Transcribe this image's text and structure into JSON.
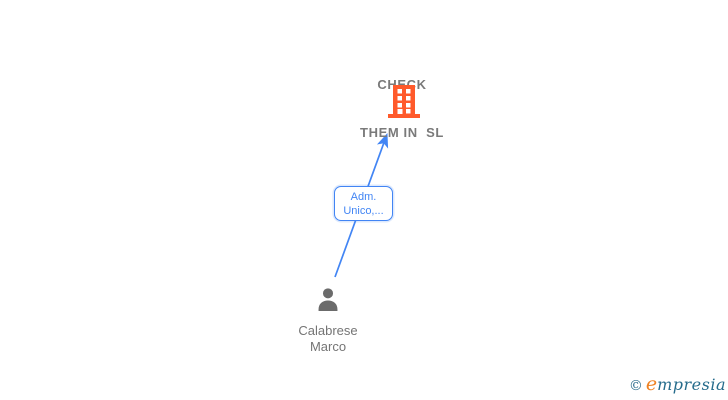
{
  "diagram": {
    "company": {
      "name_line1": "CHECK",
      "name_line2": "THEM IN  SL",
      "icon": "building-icon",
      "icon_color": "#ff5a2b"
    },
    "person": {
      "name_line1": "Calabrese",
      "name_line2": "Marco",
      "icon": "person-icon",
      "icon_color": "#6b6b6b"
    },
    "edge": {
      "label_line1": "Adm.",
      "label_line2": "Unico,...",
      "color": "#4285f4",
      "direction": "person-to-company"
    }
  },
  "watermark": {
    "copyright": "©",
    "brand_first_letter": "e",
    "brand_rest": "mpresia",
    "color_teal": "#266c8c",
    "color_orange": "#ef8222"
  },
  "colors": {
    "background": "#ffffff",
    "node_text_gray": "#757575",
    "company_text_gray": "#7a7a7a"
  }
}
